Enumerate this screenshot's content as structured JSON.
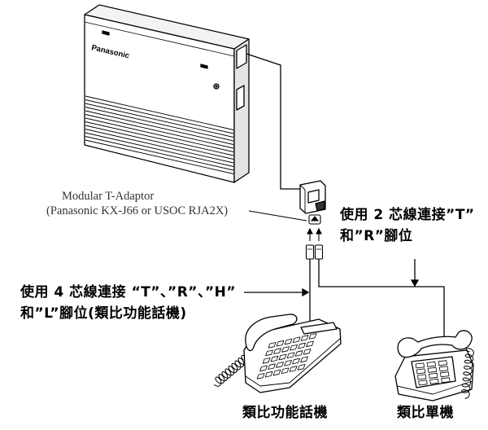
{
  "pbx": {
    "brand": "Panasonic"
  },
  "adaptor": {
    "name": "Modular T-Adaptor",
    "model": "(Panasonic KX-J66 or USOC RJA2X)"
  },
  "notes": {
    "two_wire": [
      "使用 2 芯線連接”T”",
      "和”R”腳位"
    ],
    "four_wire": [
      "使用 4 芯線連接 “T”、”R”、”H”",
      "和”L”腳位(類比功能話機)"
    ]
  },
  "phones": {
    "feature": "類比功能話機",
    "single_line": "類比單機"
  },
  "colors": {
    "ink": "#000000",
    "caption_text": "#333333"
  }
}
